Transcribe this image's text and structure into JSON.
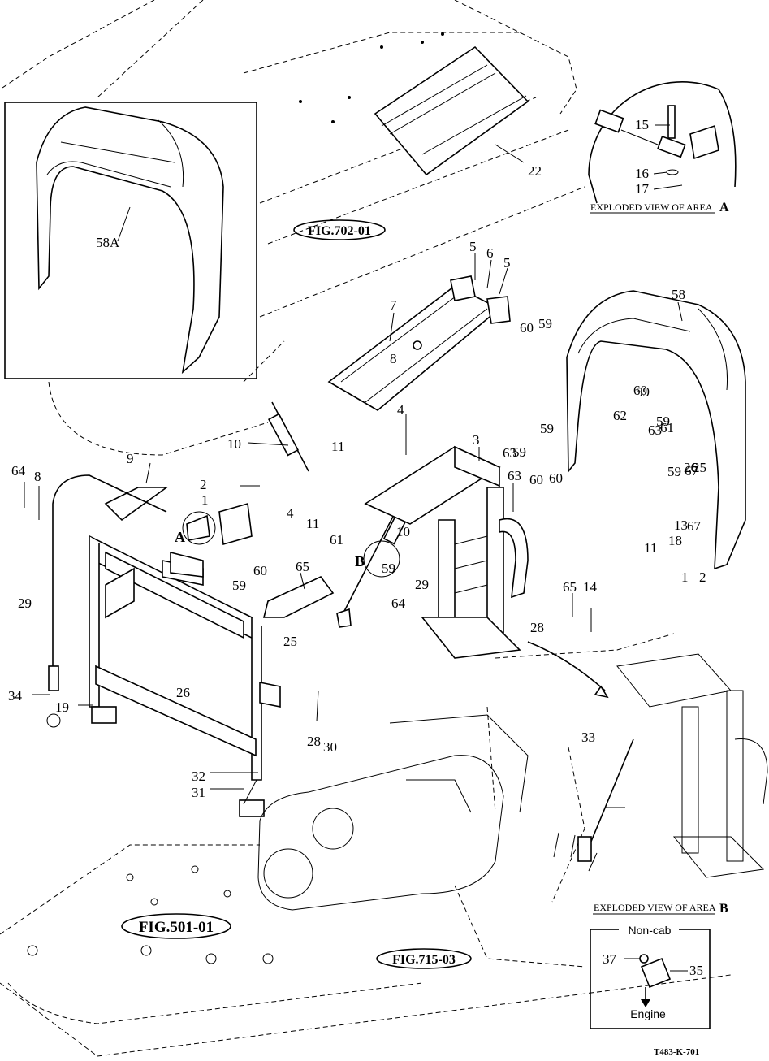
{
  "drawing_code": "T483-K-701",
  "references": {
    "fig_702": "FIG.702-01",
    "fig_501": "FIG.501-01",
    "fig_715": "FIG.715-03"
  },
  "exploded_a": {
    "caption": "EXPLODED VIEW OF AREA",
    "letter": "A",
    "labels": [
      "15",
      "16",
      "17"
    ]
  },
  "exploded_b": {
    "caption": "EXPLODED VIEW OF AREA",
    "letter": "B",
    "noncab": "Non-cab",
    "engine": "Engine",
    "labels": [
      "37",
      "35"
    ]
  },
  "area_markers": [
    "A",
    "B"
  ],
  "inset_label": "58A",
  "callouts": [
    "22",
    "5",
    "6",
    "5",
    "7",
    "8",
    "60",
    "59",
    "58",
    "10",
    "11",
    "4",
    "3",
    "59",
    "63",
    "62",
    "59",
    "60",
    "59",
    "63",
    "61",
    "60",
    "59",
    "60",
    "59",
    "67",
    "26",
    "25",
    "9",
    "64",
    "8",
    "2",
    "1",
    "4",
    "11",
    "63",
    "61",
    "59",
    "11",
    "18",
    "13",
    "67",
    "10",
    "60",
    "59",
    "65",
    "29",
    "1",
    "2",
    "29",
    "64",
    "65",
    "14",
    "28",
    "25",
    "26",
    "34",
    "19",
    "28",
    "30",
    "33",
    "32",
    "31"
  ]
}
